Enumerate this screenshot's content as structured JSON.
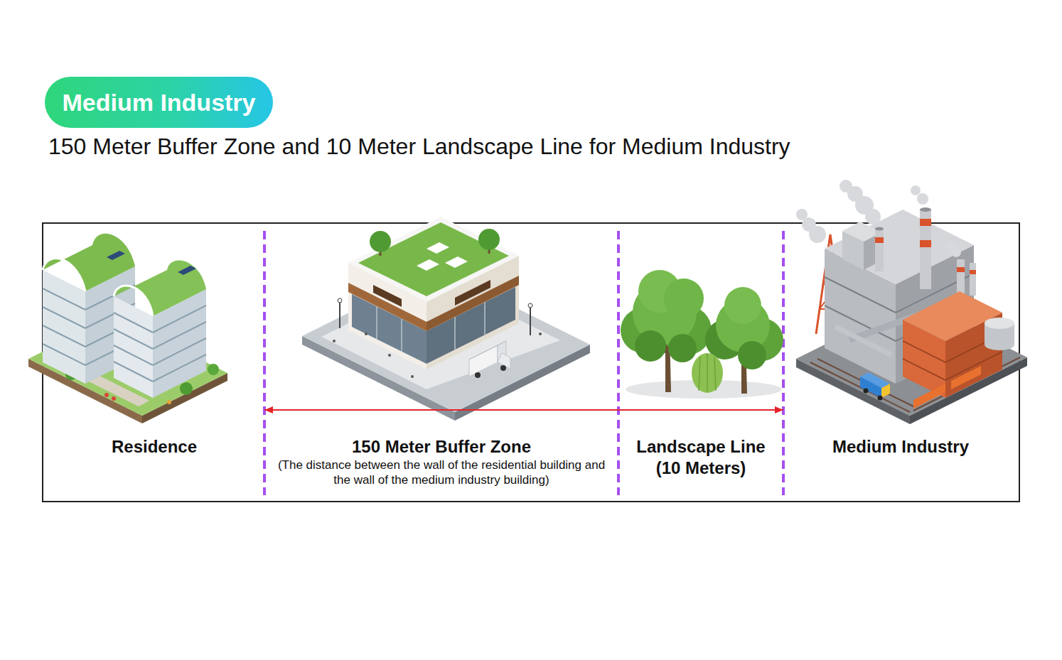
{
  "diagram": {
    "title": "150 Meter Buffer Zone and 10 Meter Landscape Line for Medium Industry",
    "nodes": [
      {
        "text": [
          "Medium Industry"
        ]
      },
      {
        "text": [
          "Residence"
        ]
      },
      {
        "text": [
          "150 Meter Buffer Zone",
          "(The distance between the wall of the residential building and the wall of the medium industry building)"
        ]
      },
      {
        "text": [
          "Landscape Line (10 Meters)"
        ]
      },
      {
        "text": [
          "Medium Industry"
        ]
      }
    ],
    "edges": [
      {
        "from": 1,
        "to": 4,
        "arrow": "both"
      }
    ]
  }
}
